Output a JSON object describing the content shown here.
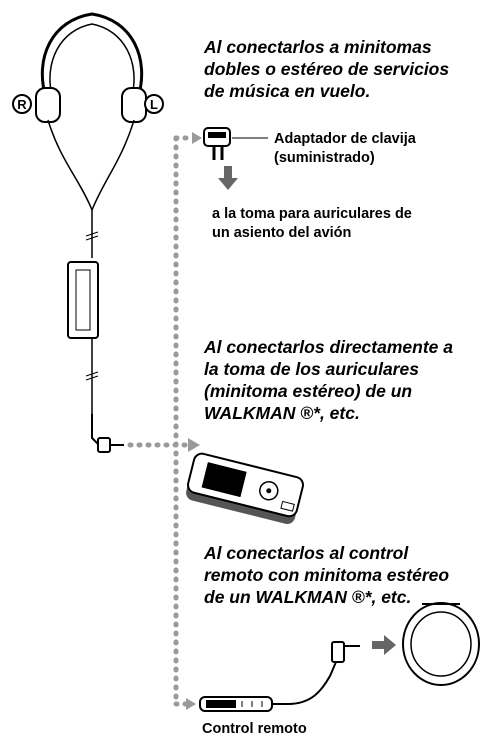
{
  "markers": {
    "right": "R",
    "left": "L"
  },
  "captions": {
    "flight": [
      "Al conectarlos a minitomas",
      "dobles o estéreo de servicios",
      "de música en vuelo."
    ],
    "direct": [
      "Al conectarlos directamente a",
      "la toma de los auriculares",
      "(minitoma estéreo) de un",
      "WALKMAN ®*, etc."
    ],
    "remote": [
      "Al conectarlos al control",
      "remoto con minitoma estéreo",
      "de un WALKMAN ®*, etc."
    ]
  },
  "labels": {
    "adapter": [
      "Adaptador de clavija",
      "(suministrado)"
    ],
    "seat": [
      "a la toma para auriculares de",
      "un asiento del avión"
    ],
    "remote_control": "Control remoto"
  }
}
